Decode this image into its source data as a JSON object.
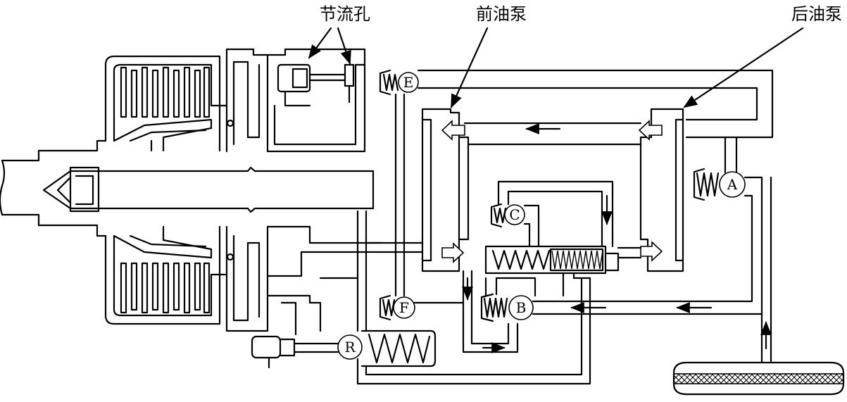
{
  "labels": {
    "orifice": "节流孔",
    "front_pump": "前油泵",
    "rear_pump": "后油泵"
  },
  "valves": {
    "E": "E",
    "A": "A",
    "C": "C",
    "F": "F",
    "B": "B",
    "R": "R"
  },
  "colors": {
    "line": "#000000",
    "background": "#ffffff"
  }
}
